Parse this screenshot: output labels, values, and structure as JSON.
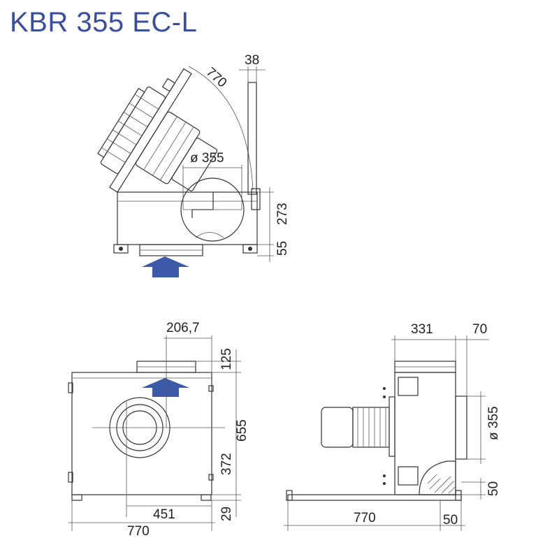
{
  "title": "KBR 355 EC-L",
  "colors": {
    "title": "#3a4f9c",
    "arrow": "#3d5aa8",
    "line": "#333333"
  },
  "top_view": {
    "dim_770": "770",
    "dim_38": "38",
    "dim_dia_355": "ø 355",
    "dim_273": "273",
    "dim_55": "55"
  },
  "front_view": {
    "dim_206_7": "206,7",
    "dim_125": "125",
    "dim_655": "655",
    "dim_372": "372",
    "dim_29": "29",
    "dim_451": "451",
    "dim_770": "770"
  },
  "side_view": {
    "dim_331": "331",
    "dim_70": "70",
    "dim_dia_355": "ø 355",
    "dim_50_right": "50",
    "dim_770": "770",
    "dim_50_bottom": "50"
  }
}
